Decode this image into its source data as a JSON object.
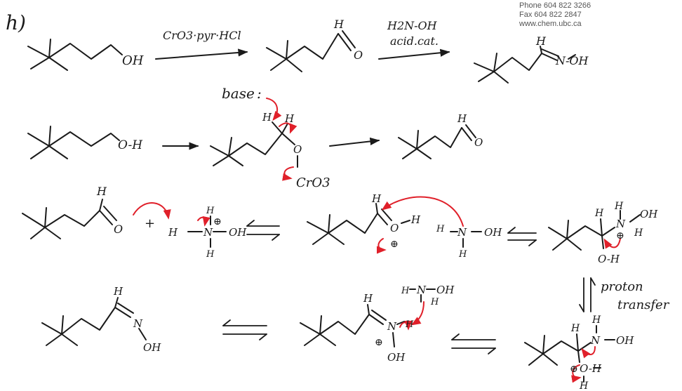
{
  "part_label": "h)",
  "header": {
    "phone": "Phone 604 822 3266",
    "fax": "Fax 604 822 2847",
    "web": "www.chem.ubc.ca"
  },
  "reagents": {
    "step1": "CrO3·pyr·HCl",
    "step2_line1": "H2N-OH",
    "step2_line2": "acid.cat."
  },
  "atoms": {
    "oh": "OH",
    "o_h": "O-H",
    "o": "O",
    "h": "H",
    "n_oh": "N-OH",
    "n": "N",
    "cro3": "CrO3",
    "plus": "+",
    "charge": "⊕",
    "lone_pair": ":"
  },
  "annotations": {
    "base": "base",
    "proton": "proton",
    "transfer": "transfer"
  },
  "colors": {
    "ink": "#1a1a1a",
    "arrow": "#e0202a",
    "header_text": "#555555"
  }
}
